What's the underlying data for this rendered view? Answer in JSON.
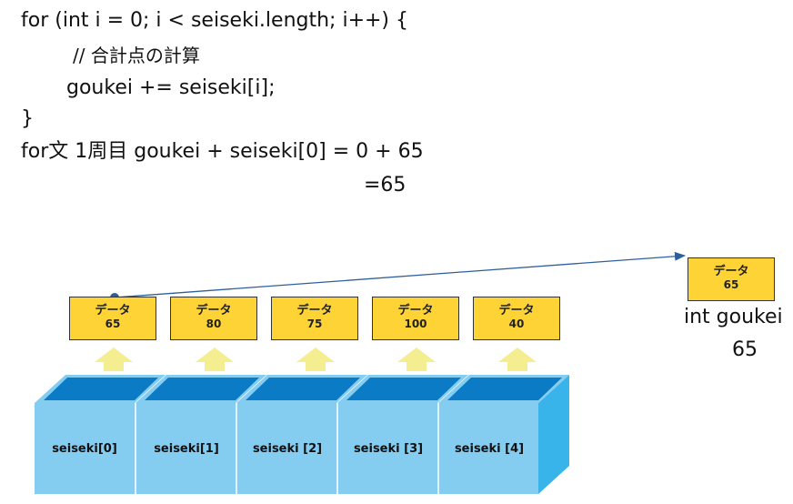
{
  "code": {
    "line1": "for (int i = 0; i < seiseki.length; i++) {",
    "line2": "// 合計点の計算",
    "line3": "goukei += seiseki[i];",
    "line4": "}",
    "line5": "for文 1周目 goukei + seiseki[0] = 0 + 65",
    "line6": "=65"
  },
  "array": {
    "cells": [
      {
        "label": "seiseki[0]",
        "box_title": "データ",
        "value": "65"
      },
      {
        "label": "seiseki[1]",
        "box_title": "データ",
        "value": "80"
      },
      {
        "label": "seiseki [2]",
        "box_title": "データ",
        "value": "75"
      },
      {
        "label": "seiseki [3]",
        "box_title": "データ",
        "value": "100"
      },
      {
        "label": "seiseki [4]",
        "box_title": "データ",
        "value": "40"
      }
    ]
  },
  "goukei": {
    "box_title": "データ",
    "value": "65",
    "label": "int goukei",
    "result": "65"
  },
  "colors": {
    "data_box": "#fdd335",
    "arrow_up": "#f5ee90",
    "array_front": "#85ccf1",
    "array_top": "#0a7bc4",
    "array_side": "#38b4ea",
    "pointer_line": "#2f5f9b"
  }
}
